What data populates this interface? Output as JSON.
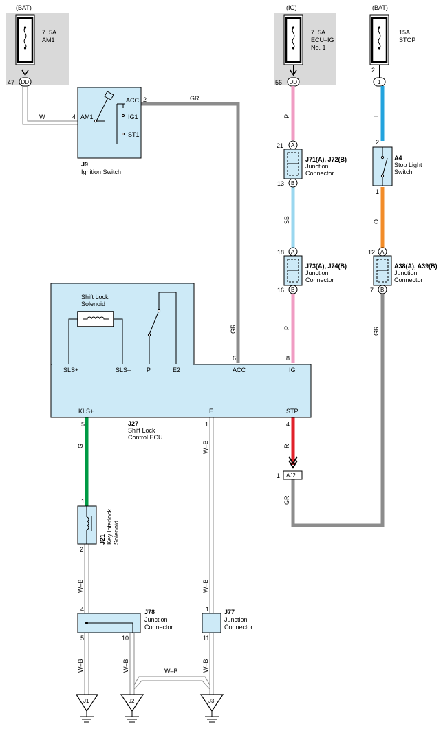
{
  "fuses": {
    "am1": {
      "source": "(BAT)",
      "rating": "7. 5A",
      "name": "AM1",
      "pin": "47",
      "conn": "DD"
    },
    "ecu_ig": {
      "source": "(IG)",
      "rating": "7. 5A",
      "name": "ECU–IG",
      "name2": "No. 1",
      "pin": "56",
      "conn": "DD"
    },
    "stop": {
      "source": "(BAT)",
      "rating": "15A",
      "name": "STOP",
      "pin": "2",
      "conn": "1"
    }
  },
  "ignition_switch": {
    "id": "J9",
    "name": "Ignition Switch",
    "terminals": {
      "acc": "ACC",
      "ig1": "IG1",
      "st1": "ST1",
      "am1": "AM1"
    },
    "pins": {
      "acc": "2",
      "am1": "4"
    }
  },
  "wires": {
    "w": "W",
    "gr_top": "GR",
    "gr_ecu": "GR",
    "p1": "P",
    "sb": "SB",
    "p2": "P",
    "l": "L",
    "o": "O",
    "gr_right": "GR",
    "g": "G",
    "r": "R",
    "gr_bottom": "GR",
    "wb_left": "W–B",
    "wb_e": "W–B",
    "wb_j78": "W–B",
    "wb_j1": "W–B",
    "wb_j2": "W–B",
    "wb_h": "W–B",
    "wb_j3": "W–B"
  },
  "junction_connectors": {
    "j71": {
      "id": "J71(A), J72(B)",
      "name": "Junction",
      "name2": "Connector",
      "pin_top": "21",
      "pin_bottom": "13",
      "top": "A",
      "bottom": "B"
    },
    "j73": {
      "id": "J73(A), J74(B)",
      "name": "Junction",
      "name2": "Connector",
      "pin_top": "18",
      "pin_bottom": "16",
      "top": "A",
      "bottom": "B"
    },
    "a38": {
      "id": "A38(A), A39(B)",
      "name": "Junction",
      "name2": "Connector",
      "pin_top": "12",
      "pin_bottom": "7",
      "top": "A",
      "bottom": "B"
    },
    "j78": {
      "id": "J78",
      "name": "Junction",
      "name2": "Connector",
      "pin_in": "4",
      "pin_out1": "5",
      "pin_out2": "10"
    },
    "j77": {
      "id": "J77",
      "name": "Junction",
      "name2": "Connector",
      "pin_in": "1",
      "pin_out": "11"
    }
  },
  "stop_light_switch": {
    "id": "A4",
    "name": "Stop Light",
    "name2": "Switch",
    "pin_top": "2",
    "pin_bottom": "1"
  },
  "ecu": {
    "id": "J27",
    "name": "Shift Lock",
    "name2": "Control ECU",
    "solenoid": "Shift Lock",
    "solenoid2": "Solenoid",
    "terminals": {
      "sls_plus": "SLS+",
      "sls_minus": "SLS–",
      "p": "P",
      "e2": "E2",
      "acc": "ACC",
      "ig": "IG",
      "kls": "KLS+",
      "e": "E",
      "stp": "STP"
    },
    "pins": {
      "acc": "6",
      "ig": "8",
      "kls": "5",
      "e": "1",
      "stp": "4"
    }
  },
  "key_interlock": {
    "id": "J21",
    "name": "Key Interlock",
    "name2": "Solenoid",
    "pin_top": "1",
    "pin_bottom": "2"
  },
  "aj2": {
    "pin": "1",
    "name": "AJ2"
  },
  "grounds": {
    "j1": "J1",
    "j2": "J2",
    "j3": "J3"
  }
}
